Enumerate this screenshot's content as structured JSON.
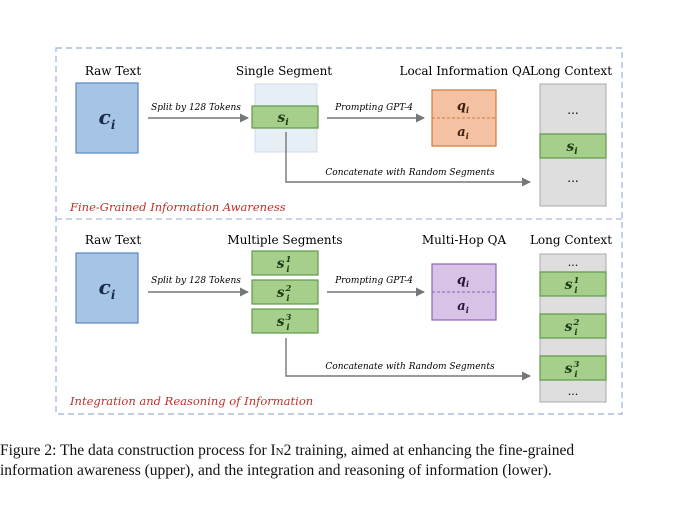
{
  "panels": {
    "upper": {
      "raw_text_header": "Raw Text",
      "raw_text_symbol": "c",
      "raw_text_sub": "i",
      "split_label": "Split by 128 Tokens",
      "segment_header": "Single Segment",
      "segment_symbol": "s",
      "segment_sub": "i",
      "prompt_label": "Prompting GPT-4",
      "qa_header": "Local Information QA",
      "qa_q_symbol": "q",
      "qa_a_symbol": "a",
      "qa_sub": "i",
      "context_header": "Long Context",
      "context_ellipsis_top": "...",
      "context_ellipsis_bottom": "...",
      "context_segment_symbol": "s",
      "context_segment_sub": "i",
      "concat_label": "Concatenate with Random Segments",
      "section_title": "Fine-Grained Information Awareness"
    },
    "lower": {
      "raw_text_header": "Raw Text",
      "raw_text_symbol": "c",
      "raw_text_sub": "i",
      "split_label": "Split by 128 Tokens",
      "segment_header": "Multiple Segments",
      "segments": [
        {
          "symbol": "s",
          "sub": "i",
          "sup": "1"
        },
        {
          "symbol": "s",
          "sub": "i",
          "sup": "2"
        },
        {
          "symbol": "s",
          "sub": "i",
          "sup": "3"
        }
      ],
      "prompt_label": "Prompting GPT-4",
      "qa_header": "Multi-Hop QA",
      "qa_q_symbol": "q",
      "qa_a_symbol": "a",
      "qa_sub": "i",
      "context_header": "Long Context",
      "context_ellipsis": "...",
      "concat_label": "Concatenate with Random Segments",
      "section_title": "Integration and Reasoning of Information"
    }
  },
  "colors": {
    "raw_fill": "#a6c5e6",
    "raw_stroke": "#5a86c0",
    "seg_fill": "#a5cf8b",
    "seg_stroke": "#5e9a48",
    "seg_panel": "#e6eef6",
    "qa_local_fill": "#f4c2a2",
    "qa_local_stroke": "#d0793f",
    "qa_multi_fill": "#d8c2e6",
    "qa_multi_stroke": "#8e63b3",
    "context_fill": "#dedede",
    "context_stroke": "#a8a8a8",
    "arrow": "#777777",
    "frame": "#a8bedb",
    "section_title": "#c0302a"
  },
  "caption": {
    "figure_label": "Figure 2:",
    "text_before": "The data construction process for",
    "method_name": "In2",
    "text_after_line1": "training, aimed at enhancing the fine-grained",
    "line2": "information awareness (upper), and the integration and reasoning of information (lower)."
  }
}
